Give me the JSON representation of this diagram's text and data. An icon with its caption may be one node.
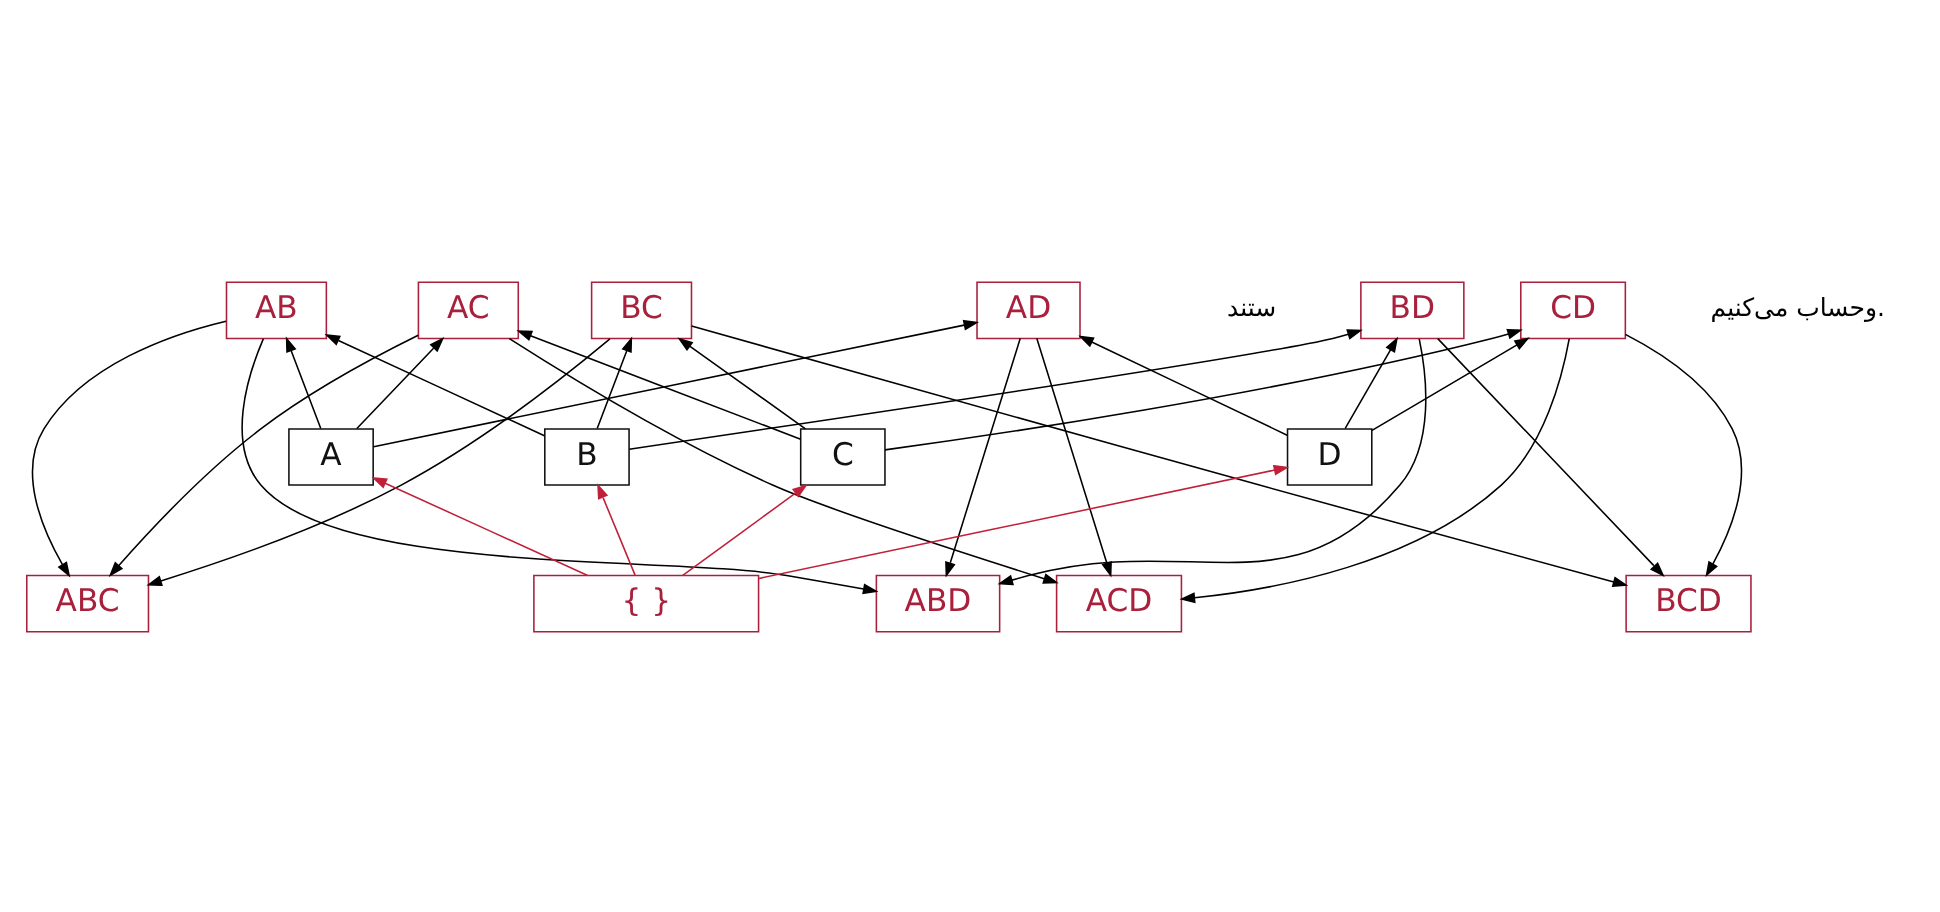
{
  "diagram": {
    "nodes": [
      {
        "text": [
          "ABC"
        ]
      },
      {
        "text": [
          "ABD"
        ]
      },
      {
        "text": [
          "ACD"
        ]
      },
      {
        "text": [
          "BCD"
        ]
      },
      {
        "text": [
          "AB"
        ]
      },
      {
        "text": [
          "AC"
        ]
      },
      {
        "text": [
          "BC"
        ]
      },
      {
        "text": [
          "AD"
        ]
      },
      {
        "text": [
          "BD"
        ]
      },
      {
        "text": [
          "CD"
        ]
      },
      {
        "text": [
          "A"
        ]
      },
      {
        "text": [
          "B"
        ]
      },
      {
        "text": [
          "C"
        ]
      },
      {
        "text": [
          "D"
        ]
      },
      {
        "text": [
          "{ }"
        ]
      }
    ],
    "edges": [
      {
        "from": 4,
        "to": 0,
        "arrow": "to"
      },
      {
        "from": 4,
        "to": 1,
        "arrow": "to"
      },
      {
        "from": 5,
        "to": 0,
        "arrow": "to"
      },
      {
        "from": 5,
        "to": 2,
        "arrow": "to"
      },
      {
        "from": 6,
        "to": 0,
        "arrow": "to"
      },
      {
        "from": 6,
        "to": 3,
        "arrow": "to"
      },
      {
        "from": 7,
        "to": 1,
        "arrow": "to"
      },
      {
        "from": 7,
        "to": 2,
        "arrow": "to"
      },
      {
        "from": 8,
        "to": 1,
        "arrow": "to"
      },
      {
        "from": 8,
        "to": 3,
        "arrow": "to"
      },
      {
        "from": 9,
        "to": 2,
        "arrow": "to"
      },
      {
        "from": 9,
        "to": 3,
        "arrow": "to"
      },
      {
        "from": 10,
        "to": 4,
        "arrow": "to"
      },
      {
        "from": 10,
        "to": 5,
        "arrow": "to"
      },
      {
        "from": 10,
        "to": 7,
        "arrow": "to"
      },
      {
        "from": 11,
        "to": 4,
        "arrow": "to"
      },
      {
        "from": 11,
        "to": 6,
        "arrow": "to"
      },
      {
        "from": 11,
        "to": 8,
        "arrow": "to"
      },
      {
        "from": 12,
        "to": 5,
        "arrow": "to"
      },
      {
        "from": 12,
        "to": 6,
        "arrow": "to"
      },
      {
        "from": 12,
        "to": 9,
        "arrow": "to"
      },
      {
        "from": 13,
        "to": 7,
        "arrow": "to"
      },
      {
        "from": 13,
        "to": 8,
        "arrow": "to"
      },
      {
        "from": 13,
        "to": 9,
        "arrow": "to"
      },
      {
        "from": 14,
        "to": 10,
        "arrow": "to",
        "color": "#c0203a"
      },
      {
        "from": 14,
        "to": 11,
        "arrow": "to",
        "color": "#c0203a"
      },
      {
        "from": 14,
        "to": 12,
        "arrow": "to",
        "color": "#c0203a"
      },
      {
        "from": 14,
        "to": 13,
        "arrow": "to",
        "color": "#c0203a"
      }
    ],
    "labels": [
      "ستند",
      "وحساب می‌کنیم."
    ]
  }
}
